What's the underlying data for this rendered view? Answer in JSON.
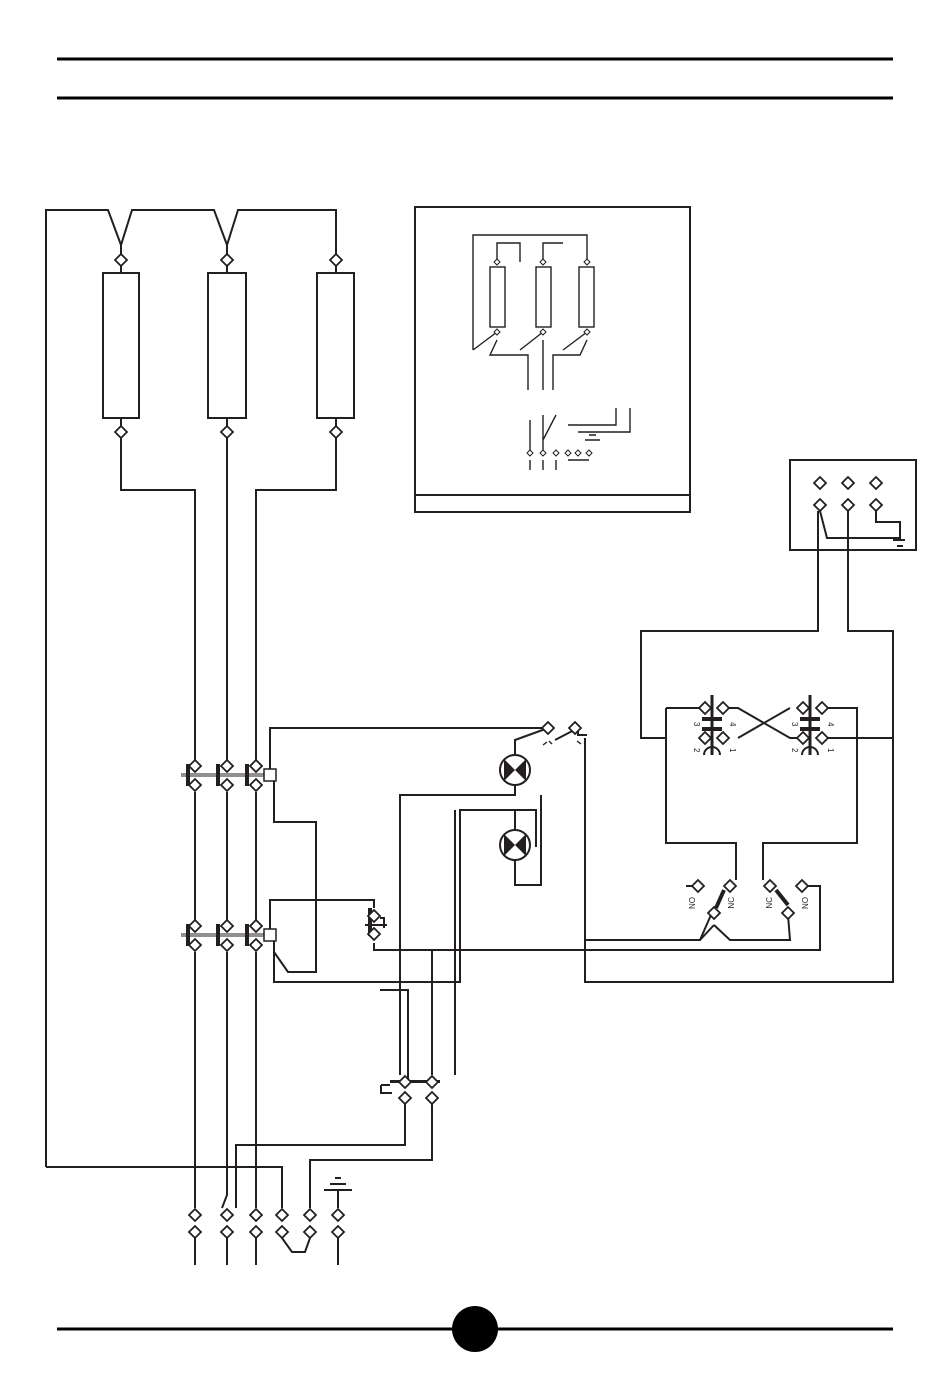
{
  "colors": {
    "line": "#231f20",
    "background": "#ffffff"
  },
  "contactors": [
    {
      "terminals": [
        "1",
        "2",
        "3",
        "4"
      ]
    },
    {
      "terminals": [
        "1",
        "2",
        "3",
        "4"
      ]
    }
  ],
  "switch_labels": {
    "no": "NO",
    "nc": "NC"
  }
}
